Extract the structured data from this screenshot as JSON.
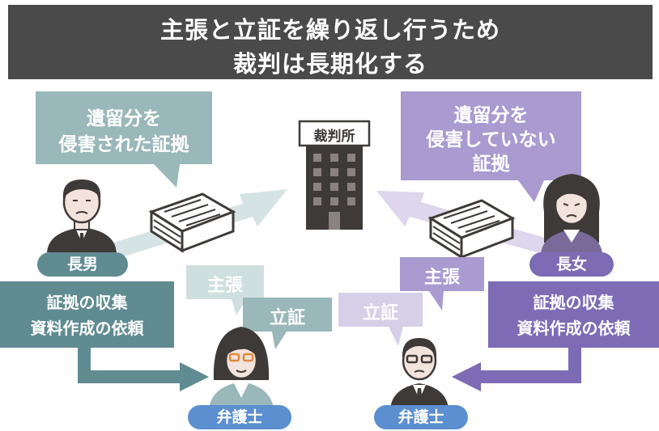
{
  "title": {
    "line1": "主張と立証を繰り返し行うため",
    "line2": "裁判は長期化する"
  },
  "court": {
    "label": "裁判所"
  },
  "left_bubble": {
    "line1": "遺留分を",
    "line2": "侵害された証拠"
  },
  "right_bubble": {
    "line1": "遺留分を",
    "line2": "侵害していない",
    "line3": "証拠"
  },
  "people": {
    "eldest_son": "長男",
    "eldest_daughter": "長女",
    "lawyer_left": "弁護士",
    "lawyer_right": "弁護士"
  },
  "left_request": {
    "line1": "証拠の収集",
    "line2": "資料作成の依頼"
  },
  "right_request": {
    "line1": "証拠の収集",
    "line2": "資料作成の依頼"
  },
  "left_lawyer_bubbles": {
    "claim": "主張",
    "proof": "立証"
  },
  "right_lawyer_bubbles": {
    "claim": "主張",
    "proof": "立証"
  },
  "colors": {
    "title_bg": "#4a4a4a",
    "teal": "#9ab7ba",
    "teal_dark": "#5f8b91",
    "teal_light": "#cfdfe0",
    "purple": "#a99ad0",
    "purple_dark": "#7d6bb5",
    "purple_light": "#d6cfe8",
    "building": "#3e3a38",
    "pill_blue": "#5b8fd0"
  }
}
